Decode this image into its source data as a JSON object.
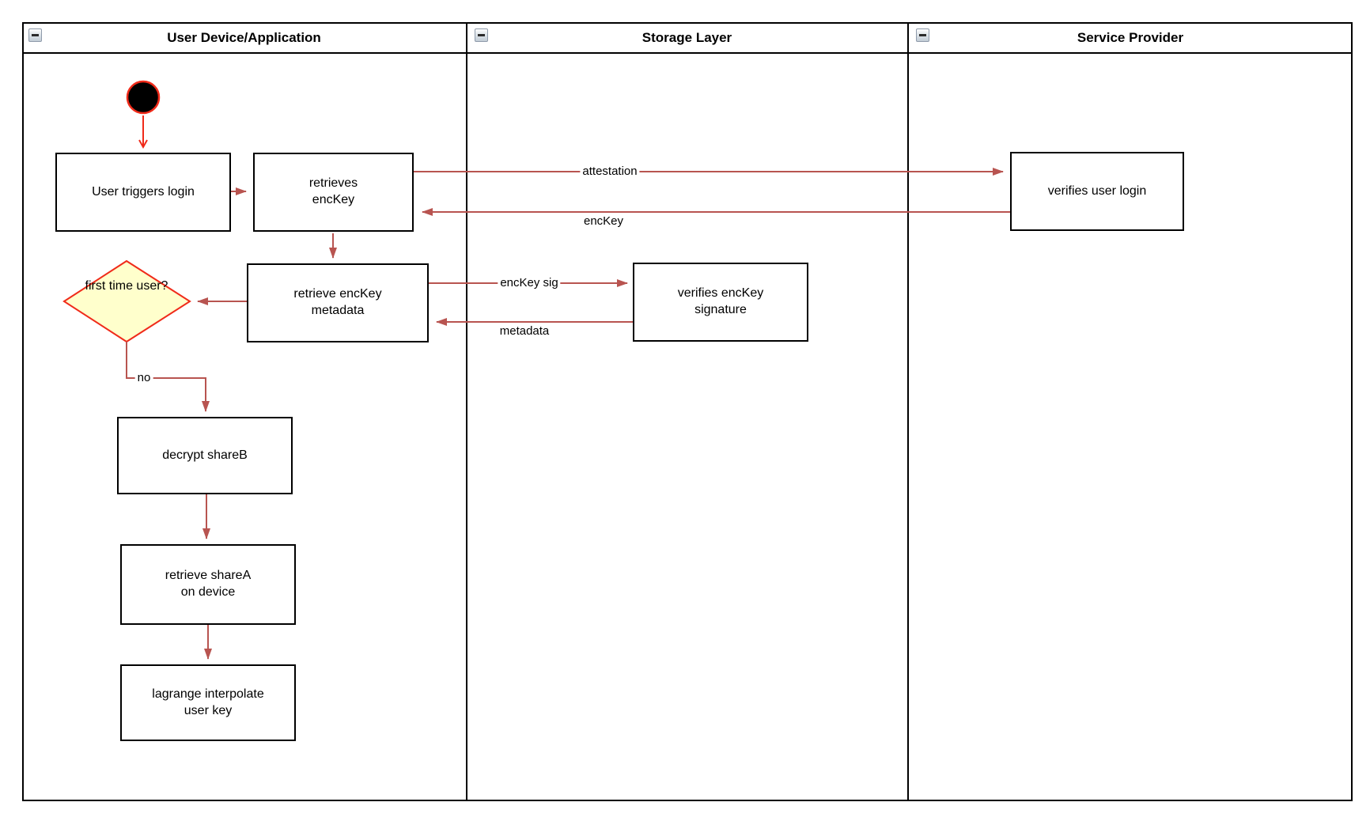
{
  "lanes": [
    {
      "title": "User Device/Application"
    },
    {
      "title": "Storage Layer"
    },
    {
      "title": "Service Provider"
    }
  ],
  "nodes": {
    "user_triggers_login": "User triggers login",
    "retrieves_enckey": "retrieves\nencKey",
    "retrieve_enckey_metadata": "retrieve encKey\nmetadata",
    "verifies_enckey_signature": "verifies encKey\nsignature",
    "verifies_user_login": "verifies user login",
    "first_time_user": "first time\nuser?",
    "decrypt_shareb": "decrypt shareB",
    "retrieve_sharea": "retrieve shareA\non device",
    "lagrange_interpolate": "lagrange interpolate\nuser key"
  },
  "edge_labels": {
    "attestation": "attestation",
    "enckey": "encKey",
    "enckey_sig": "encKey sig",
    "metadata": "metadata",
    "no": "no"
  },
  "icons": {
    "collapse": "collapse-minus-icon"
  },
  "colors": {
    "edge_arrow": "#B85450",
    "accent_red": "#F02B1A",
    "decision_fill": "#FFFFCC",
    "node_border": "#000000",
    "start_node_fill": "#000000",
    "background": "#FFFFFF"
  }
}
